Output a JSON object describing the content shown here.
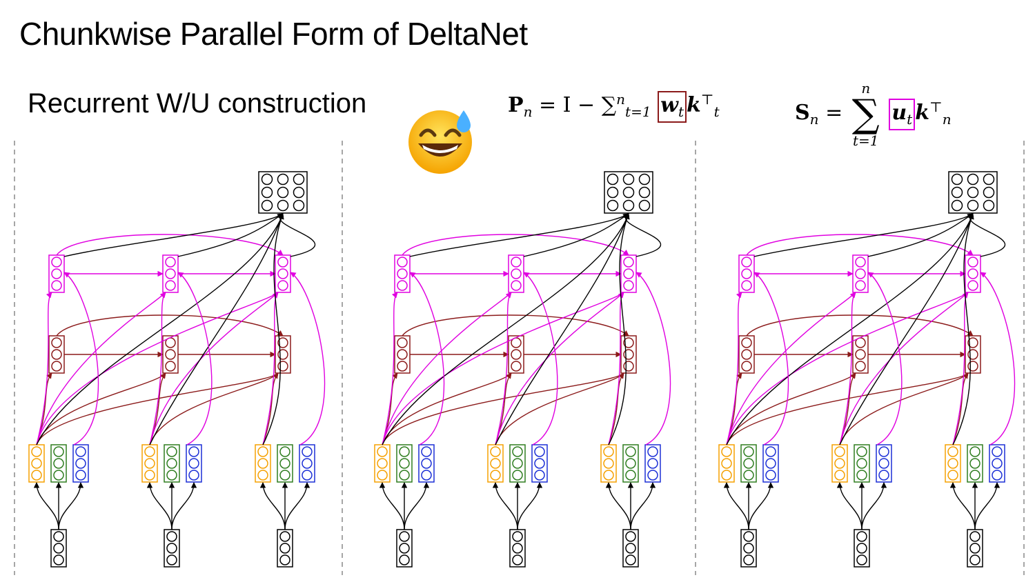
{
  "title": "Chunkwise Parallel Form of DeltaNet",
  "subtitle": "Recurrent W/U construction",
  "emoji": "sweat-smile-emoji",
  "formula_p": {
    "lhs_symbol": "P",
    "lhs_sub": "n",
    "middle": "= I − ∑",
    "sum_lower": "t=1",
    "sum_upper": "n",
    "term_boxed": "w",
    "term_boxed_sub": "t",
    "term_tail": "k",
    "term_tail_sub": "t",
    "term_tail_sup": "⊤"
  },
  "formula_s": {
    "lhs_symbol": "S",
    "lhs_sub": "n",
    "eq": "=",
    "sum_upper": "n",
    "sum_lower": "t=1",
    "term_boxed": "u",
    "term_boxed_sub": "t",
    "term_tail": "k",
    "term_tail_sub": "n",
    "term_tail_sup": "⊤"
  },
  "colors": {
    "query": "#f5a000",
    "key": "#2e7d1f",
    "value": "#1b2fd6",
    "w_row": "#8b1a1a",
    "u_row": "#e000e0",
    "black": "#000000",
    "divider": "#888888"
  }
}
